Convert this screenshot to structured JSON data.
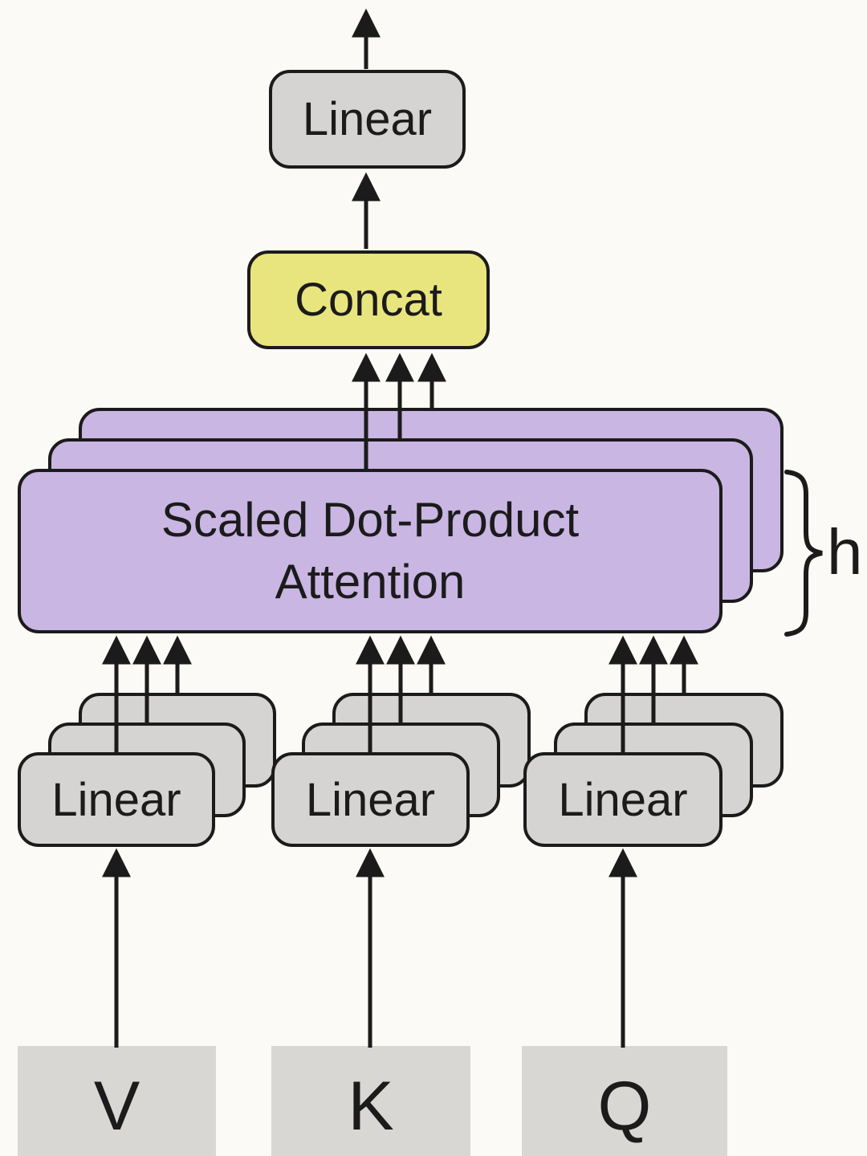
{
  "nodes": {
    "output_linear": {
      "label": "Linear"
    },
    "concat": {
      "label": "Concat"
    },
    "attention": {
      "line1": "Scaled Dot-Product",
      "line2": "Attention"
    },
    "linear_v": {
      "label": "Linear"
    },
    "linear_k": {
      "label": "Linear"
    },
    "linear_q": {
      "label": "Linear"
    },
    "input_v": {
      "label": "V"
    },
    "input_k": {
      "label": "K"
    },
    "input_q": {
      "label": "Q"
    },
    "heads": {
      "label": "h"
    }
  },
  "colors": {
    "background": "#fbfaf6",
    "box_gray": "#d6d4d2",
    "box_purple": "#c9b6e3",
    "box_yellow": "#e9e57e",
    "input_gray": "#d9d7d4",
    "stroke": "#1b1b1b",
    "text": "#1b1b1b"
  }
}
